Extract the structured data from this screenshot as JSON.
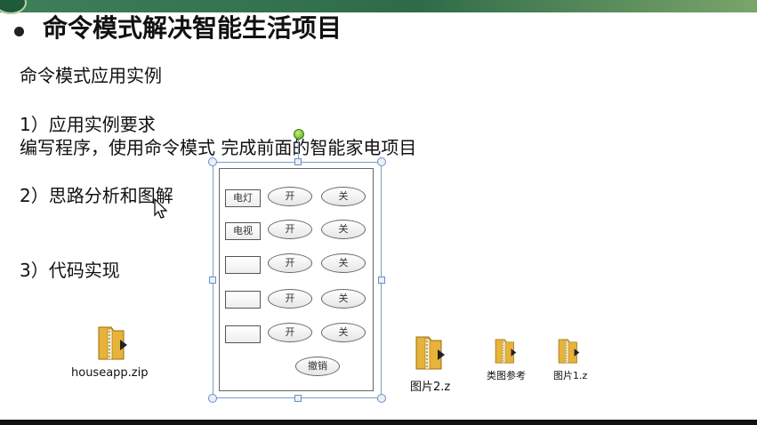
{
  "slide": {
    "title": "命令模式解决智能生活项目",
    "subtitle": "命令模式应用实例",
    "req_heading": "1）应用实例要求",
    "req_desc": "编写程序，使用命令模式 完成前面的智能家电项目",
    "analysis": "2）思路分析和图解",
    "code": "3）代码实现"
  },
  "remote": {
    "rows": [
      {
        "device": "电灯",
        "on": "开",
        "off": "关"
      },
      {
        "device": "电视",
        "on": "开",
        "off": "关"
      },
      {
        "device": "",
        "on": "开",
        "off": "关"
      },
      {
        "device": "",
        "on": "开",
        "off": "关"
      },
      {
        "device": "",
        "on": "开",
        "off": "关"
      }
    ],
    "undo": "撤销"
  },
  "files": [
    {
      "name": "houseapp.zip",
      "icon": "zip-folder-icon"
    },
    {
      "name": "图片2.z",
      "icon": "zip-folder-icon"
    },
    {
      "name": "类图参考",
      "icon": "zip-folder-icon"
    },
    {
      "name": "图片1.z",
      "icon": "zip-folder-icon"
    }
  ],
  "colors": {
    "title_text": "#111111",
    "selection_handle": "#6b8fbf",
    "rotation_handle": "#5aa21e",
    "folder": "#e8b33a"
  }
}
